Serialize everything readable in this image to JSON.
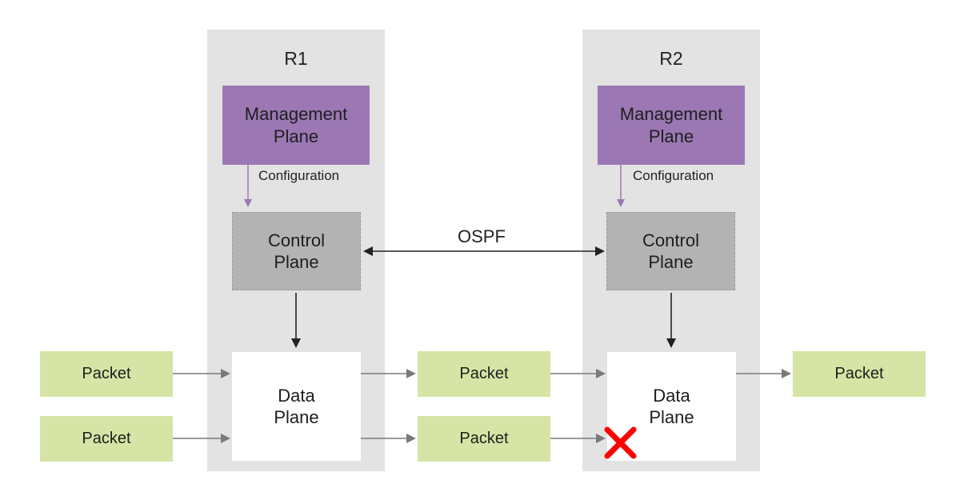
{
  "routers": {
    "r1": {
      "title": "R1",
      "management_plane": "Management Plane",
      "config_label": "Configuration",
      "control_plane": "Control Plane",
      "data_plane": "Data Plane"
    },
    "r2": {
      "title": "R2",
      "management_plane": "Management Plane",
      "config_label": "Configuration",
      "control_plane": "Control Plane",
      "data_plane": "Data Plane"
    }
  },
  "link_label": "OSPF",
  "packets": {
    "in_top": "Packet",
    "in_bottom": "Packet",
    "mid_top": "Packet",
    "mid_bottom": "Packet",
    "out_top": "Packet"
  },
  "colors": {
    "router_bg": "#e3e3e3",
    "management": "#9b78b4",
    "control": "#b3b3b3",
    "packet": "#d6e5a5",
    "drop_mark": "#ff0000"
  },
  "icons": {
    "drop": "x-mark-icon"
  }
}
